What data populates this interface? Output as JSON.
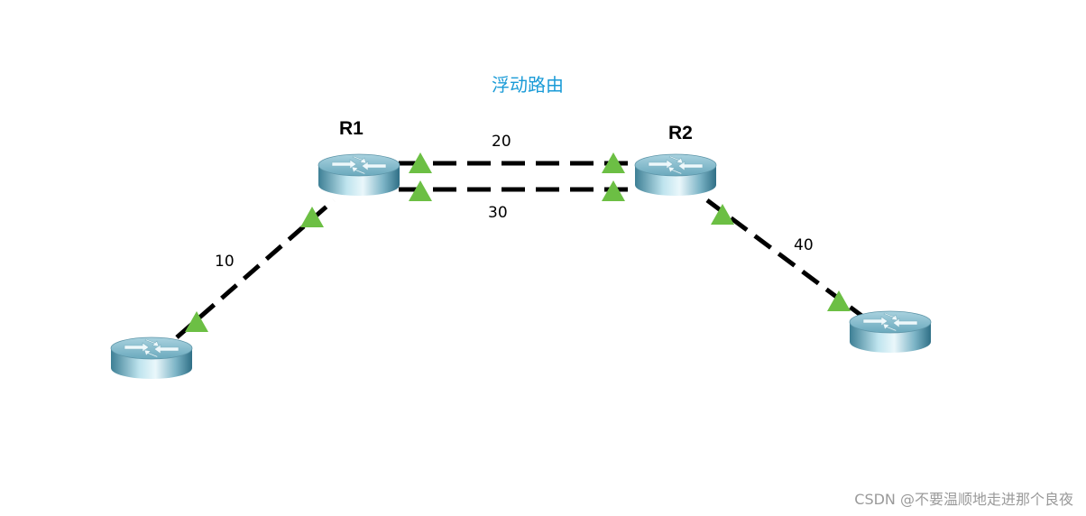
{
  "title": "浮动路由",
  "devices": {
    "r1": {
      "label": "R1"
    },
    "r2": {
      "label": "R2"
    },
    "left": {
      "label": ""
    },
    "right": {
      "label": ""
    }
  },
  "links": {
    "left_r1": {
      "label": "10"
    },
    "r1_r2_top": {
      "label": "20"
    },
    "r1_r2_bottom": {
      "label": "30"
    },
    "r2_right": {
      "label": "40"
    }
  },
  "watermark": "CSDN @不要温顺地走进那个良夜",
  "colors": {
    "title": "#1a9bd7",
    "link": "#000000",
    "link_status_up": "#6cbf44",
    "router_body": "#5fa3b8"
  },
  "icons": {
    "router": "router-icon",
    "link_status": "link-up-triangle-icon"
  }
}
